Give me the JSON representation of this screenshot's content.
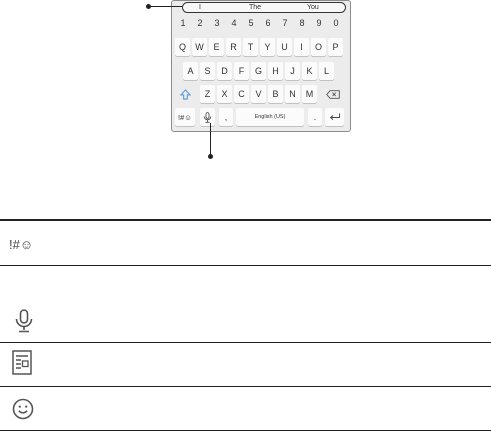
{
  "keyboard": {
    "suggestions": [
      "I",
      "The",
      "You"
    ],
    "number_row": [
      "1",
      "2",
      "3",
      "4",
      "5",
      "6",
      "7",
      "8",
      "9",
      "0"
    ],
    "row1": [
      "Q",
      "W",
      "E",
      "R",
      "T",
      "Y",
      "U",
      "I",
      "O",
      "P"
    ],
    "row2": [
      "A",
      "S",
      "D",
      "F",
      "G",
      "H",
      "J",
      "K",
      "L"
    ],
    "row3": [
      "Z",
      "X",
      "C",
      "V",
      "B",
      "N",
      "M"
    ],
    "symbols_key": "!#☺",
    "comma_key": ",",
    "space_label": "English (US)",
    "period_key": "."
  },
  "table": {
    "rows": [
      {
        "icon": "symbols-icon",
        "symbol_text": "!#☺"
      },
      {
        "icon": "microphone-icon"
      },
      {
        "icon": "clipboard-icon"
      },
      {
        "icon": "emoji-icon"
      }
    ]
  }
}
